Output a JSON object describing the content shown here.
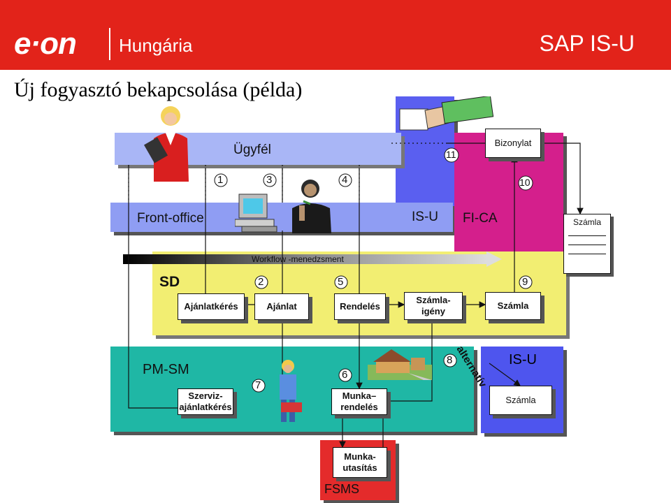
{
  "header": {
    "brand": "e·on",
    "region": "Hungária",
    "system": "SAP IS-U"
  },
  "title": "Új fogyasztó bekapcsolása (példa)",
  "lanes": {
    "customer": "Ügyfél",
    "front_office": "Front-office",
    "isu_top": "IS-U",
    "fica": "FI-CA",
    "workflow": "Workflow -menedzsment",
    "sd": "SD",
    "pmsm": "PM-SM",
    "isu_bottom": "IS-U",
    "fsms": "FSMS"
  },
  "boxes": {
    "bizonylat": "Bizonylat",
    "szamla_doc": "Számla",
    "ajanlatkeres": "Ajánlatkérés",
    "ajanlat": "Ajánlat",
    "rendeles": "Rendelés",
    "szamlaigeny": "Számla-\nigény",
    "szamla_sd": "Számla",
    "szerviz": "Szerviz-\najánlatkérés",
    "munkarendeles": "Munka–\nrendelés",
    "szamla_isu": "Számla",
    "munkautasitas": "Munka-\nutasítás"
  },
  "numbers": [
    "1",
    "2",
    "3",
    "4",
    "5",
    "6",
    "7",
    "8",
    "9",
    "10",
    "11"
  ],
  "alternativ": "alternatív",
  "colors": {
    "eon_red": "#e2231a",
    "customer_lane": "#9fb0f5",
    "front_office_lane": "#8f9df3",
    "isu_blue": "#5a5ff0",
    "fica_magenta": "#d41f8c",
    "sd_yellow": "#f2ee72",
    "pmsm_teal": "#1fb7a5",
    "fsms_red": "#e42b2b",
    "isu_bottom_blue": "#4e55ee"
  }
}
